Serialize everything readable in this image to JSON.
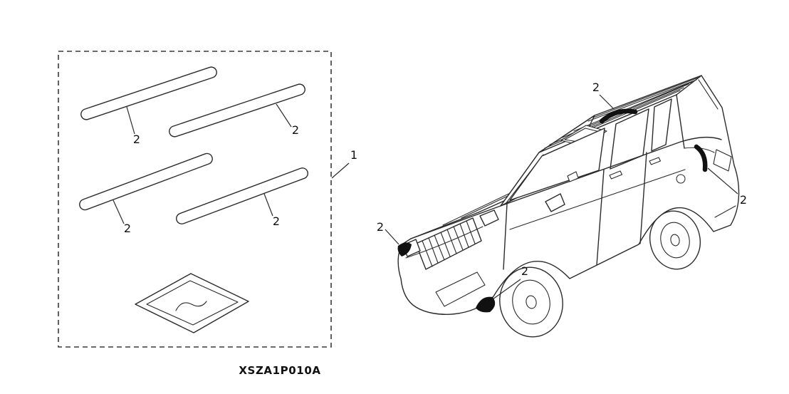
{
  "diagram": {
    "part_code": "XSZA1P010A",
    "callouts": {
      "kit": "1",
      "strip_1": "2",
      "strip_2": "2",
      "strip_3": "2",
      "strip_4": "2",
      "roof": "2",
      "rear_quarter": "2",
      "front_bumper": "2",
      "front_door": "2"
    },
    "colors": {
      "line": "#2b2b2b",
      "accent_mark": "#111111",
      "background": "#ffffff"
    }
  }
}
